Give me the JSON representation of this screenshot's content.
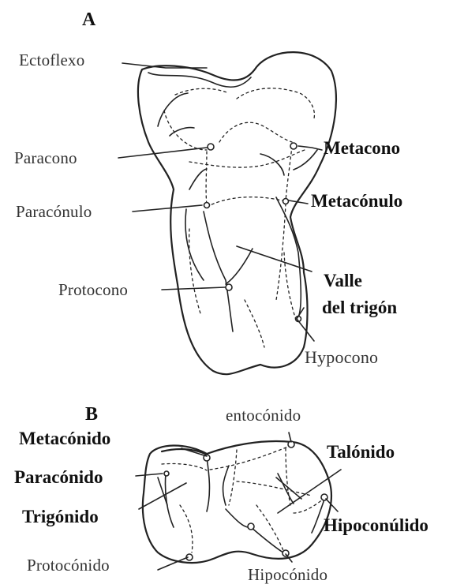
{
  "panel_a": {
    "letter": "A",
    "labels": {
      "ectoflexo": "Ectoflexo",
      "paracono": "Paracono",
      "metacono": "Metacono",
      "paraconulo": "Paracónulo",
      "metaconulo": "Metacónulo",
      "protocono": "Protocono",
      "valle_1": "Valle",
      "valle_2": "del trigón",
      "hypocono": "Hypocono"
    }
  },
  "panel_b": {
    "letter": "B",
    "labels": {
      "entoconido": "entocónido",
      "metaconido": "Metacónido",
      "talonido": "Talónido",
      "paraconido": "Paracónido",
      "trigonido": "Trigónido",
      "hipoconulido": "Hipoconúlido",
      "protoconido": "Protocónido",
      "hipoconido": "Hipocónido"
    }
  }
}
